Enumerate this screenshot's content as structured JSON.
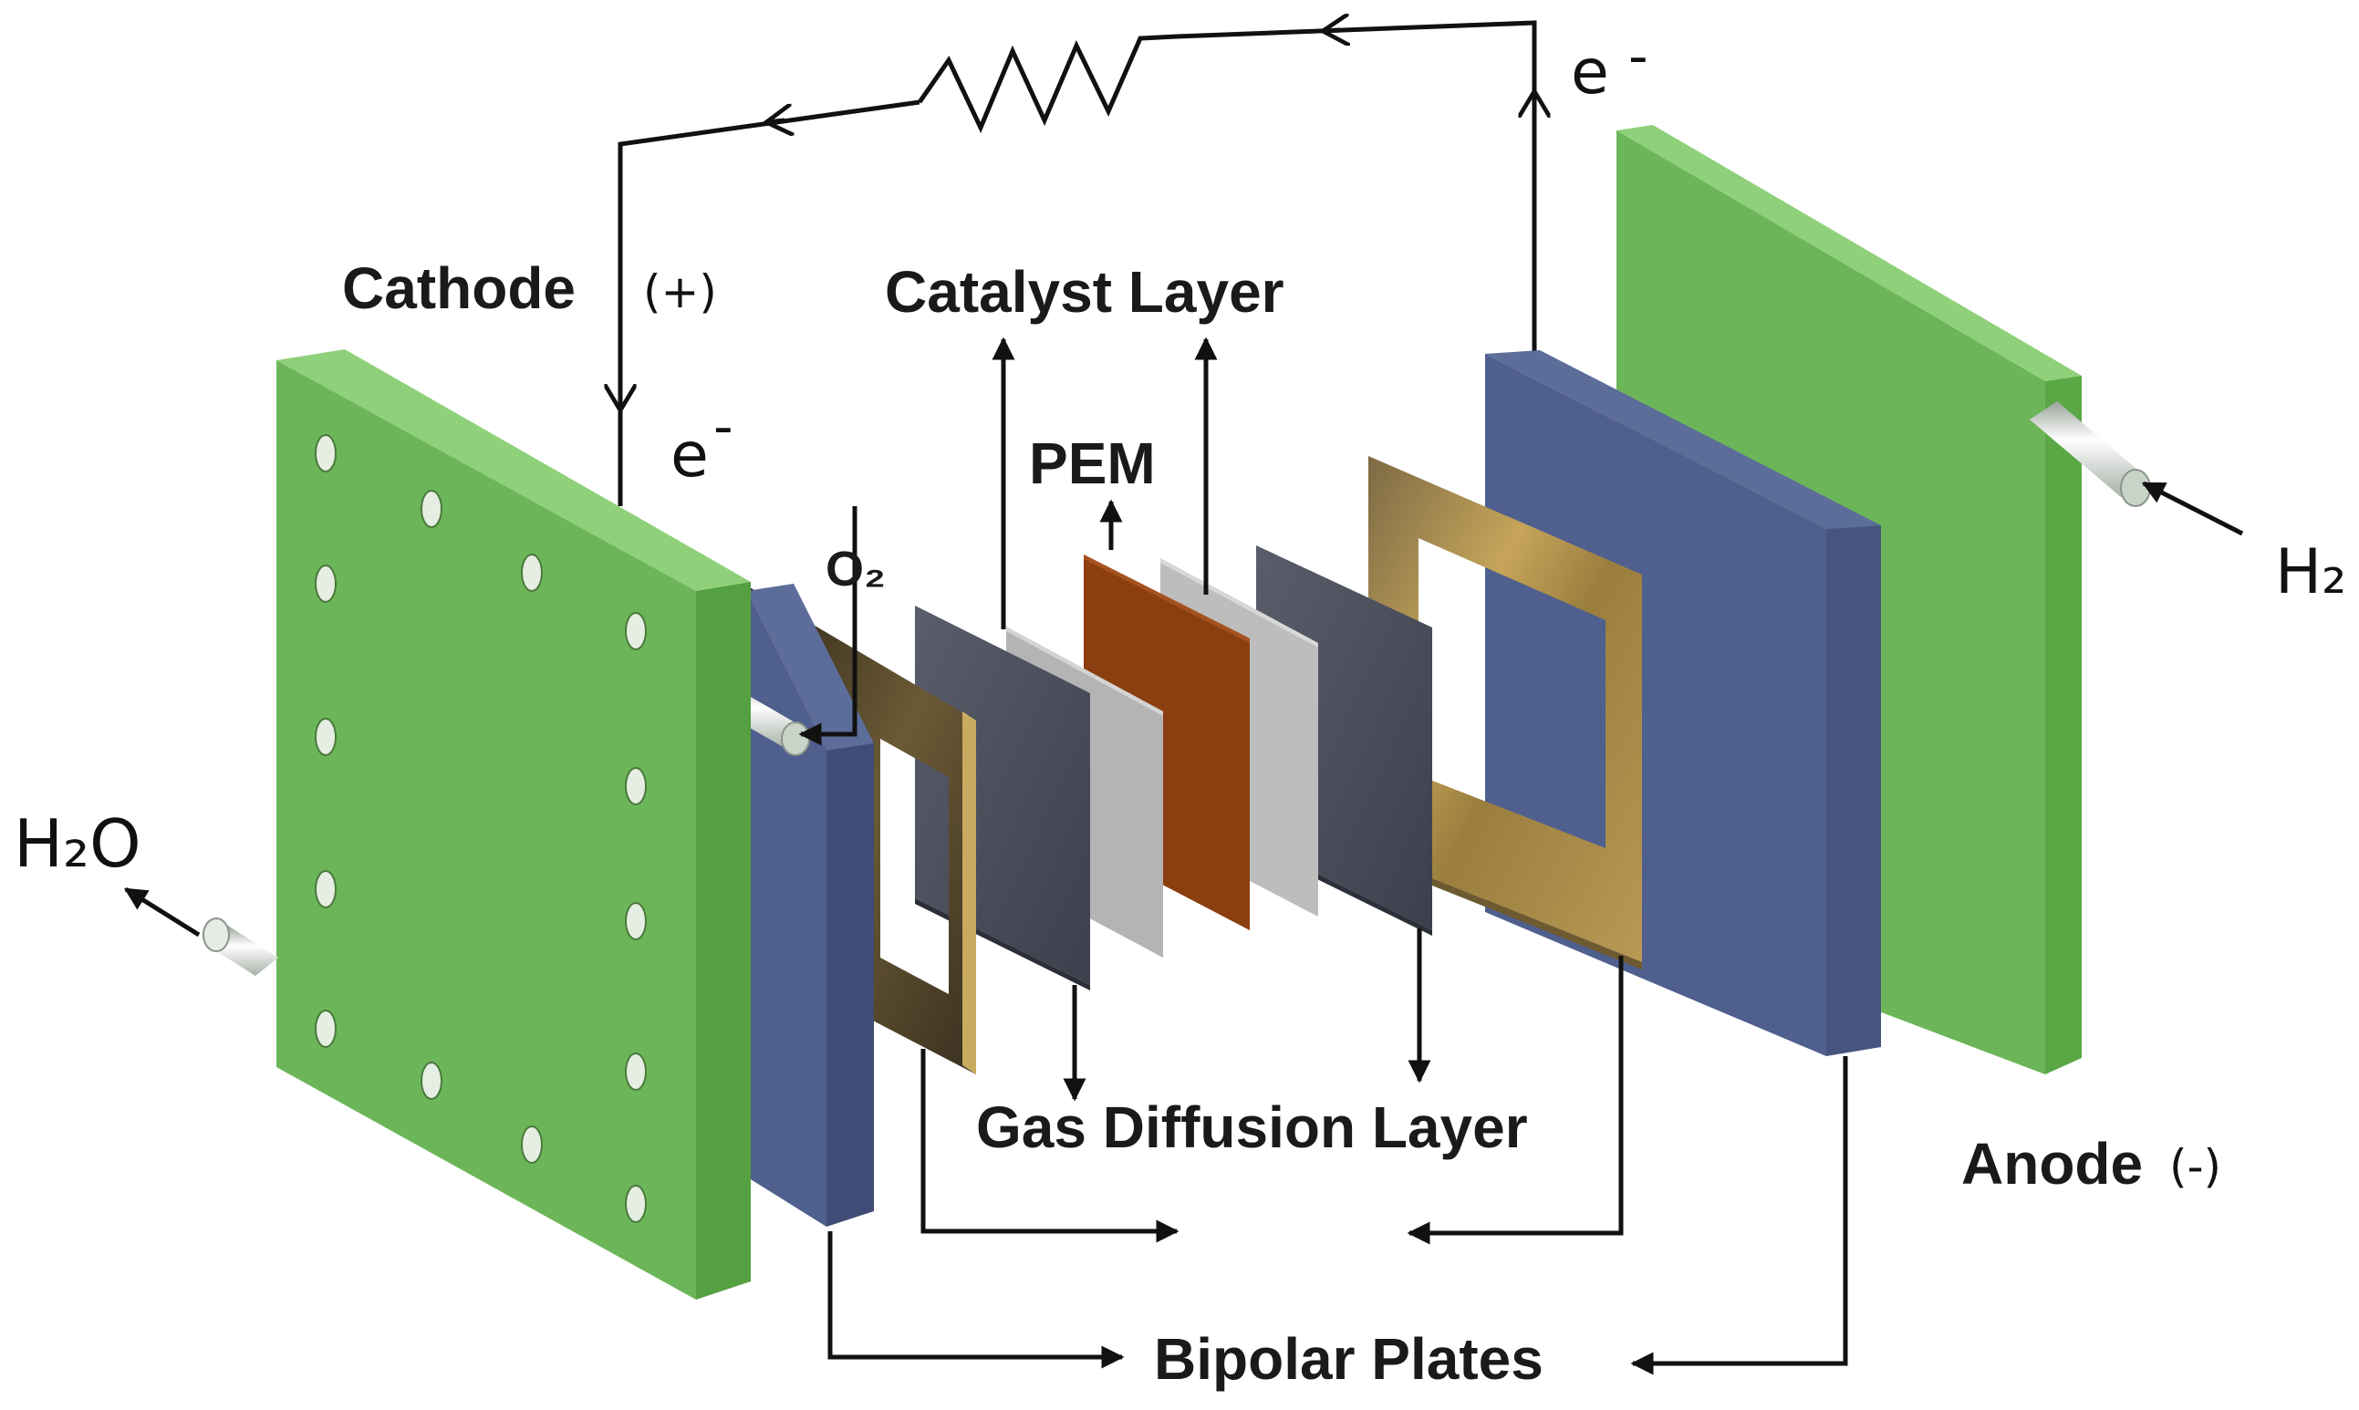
{
  "labels": {
    "cathode": "Cathode",
    "cathode_sign": "(+)",
    "anode": "Anode",
    "anode_sign": "(-)",
    "catalyst_layer": "Catalyst Layer",
    "pem": "PEM",
    "gas_diffusion_layer": "Gas Diffusion Layer",
    "bipolar_plates": "Bipolar Plates",
    "electron_left": "e",
    "electron_right": "e",
    "electron_charge": "-",
    "oxygen": "O₂",
    "hydrogen": "H₂",
    "water": "H₂O"
  },
  "colors": {
    "end_plate_green": "#6fb85a",
    "bipolar_blue": "#4f5f8e",
    "gasket_gold": "#a08040",
    "gdl_dark": "#4a4d5a",
    "catalyst_grey": "#b4b4b4",
    "pem_orange": "#8b3e10",
    "line": "#111111"
  }
}
